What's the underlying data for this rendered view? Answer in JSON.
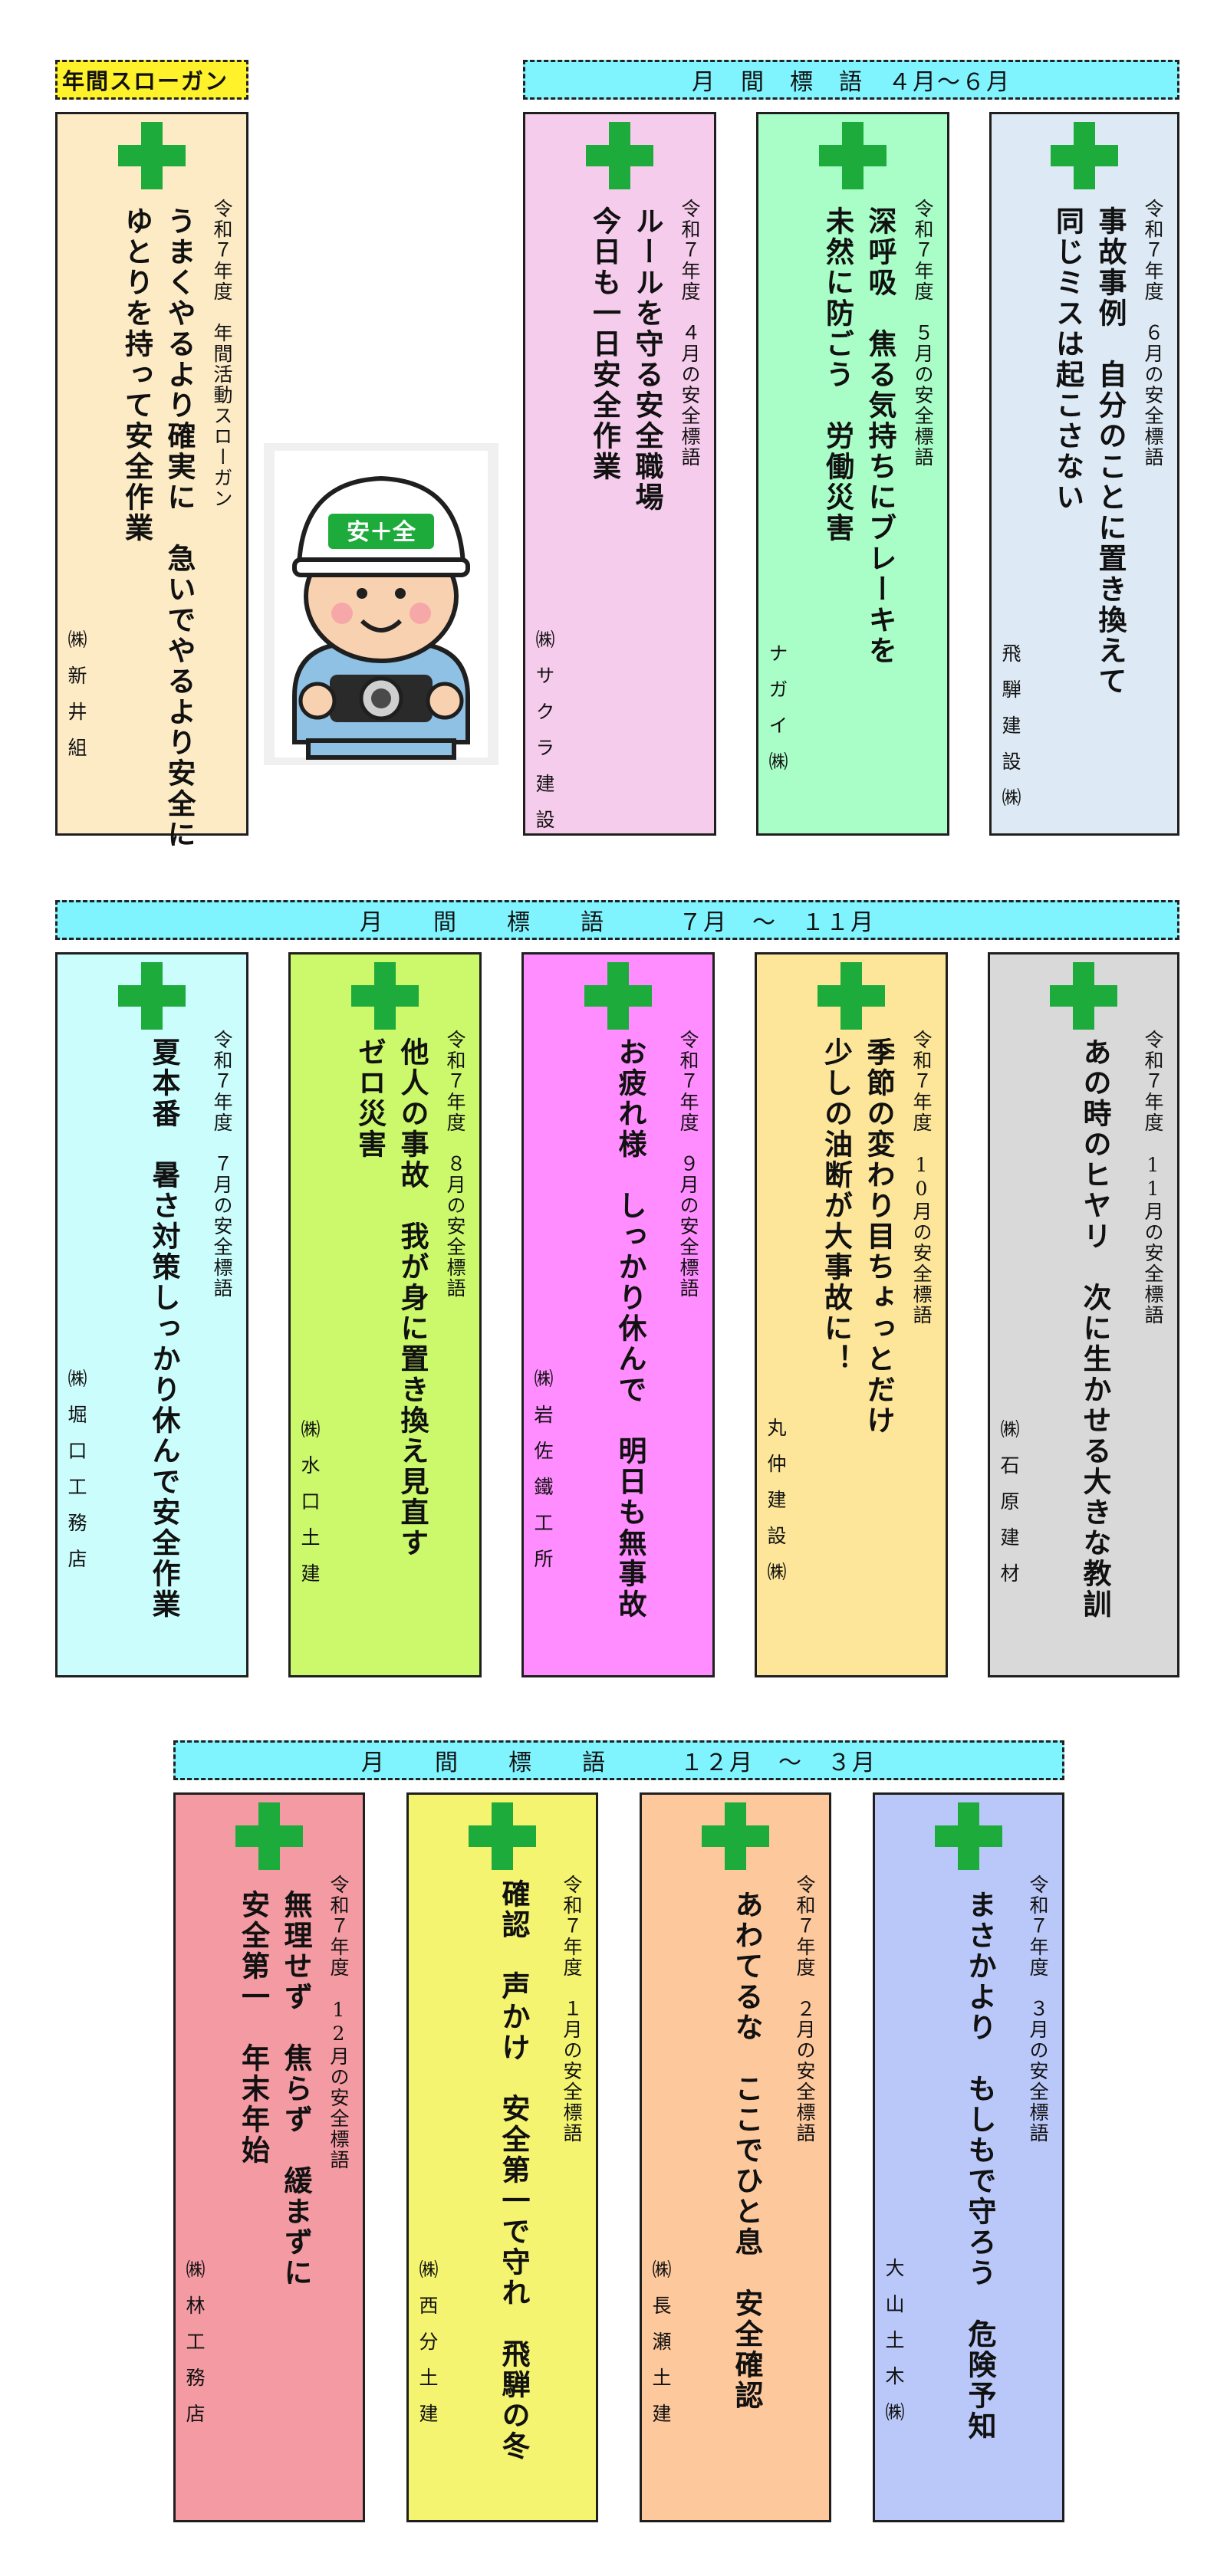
{
  "banners": {
    "annual": "年間スローガン",
    "apr_jun": "月　間　標　語　４月～６月",
    "jul_nov": "月　　間　　標　　語　　　７月　～　１１月",
    "dec_mar": "月　　間　　標　　語　　　１２月　～　３月"
  },
  "cards": {
    "annual": {
      "year": "令和７年度　年間活動スローガン",
      "slogan": "うまくやるより確実に　急いでやるより安全に\nゆとりを持って安全作業",
      "company": "㈱新井組"
    },
    "apr": {
      "year": "令和７年度　４月の安全標語",
      "slogan": "ルールを守る安全職場\n今日も一日安全作業",
      "company": "㈱サクラ建設"
    },
    "may": {
      "year": "令和７年度　５月の安全標語",
      "slogan": "深呼吸　焦る気持ちにブレーキを\n未然に防ごう　労働災害",
      "company": "ナガイ㈱"
    },
    "jun": {
      "year": "令和７年度　６月の安全標語",
      "slogan": "事故事例　自分のことに置き換えて\n同じミスは起こさない",
      "company": "飛騨建設㈱"
    },
    "jul": {
      "year": "令和７年度　７月の安全標語",
      "slogan": "夏本番　暑さ対策しっかり休んで安全作業",
      "company": "㈱堀口工務店"
    },
    "aug": {
      "year": "令和７年度　８月の安全標語",
      "slogan": "他人の事故　我が身に置き換え見直す\nゼロ災害",
      "company": "㈱水口土建"
    },
    "sep": {
      "year": "令和７年度　９月の安全標語",
      "slogan": "お疲れ様　しっかり休んで　明日も無事故",
      "company": "㈱岩佐鐵工所"
    },
    "oct": {
      "year": "令和７年度　10月の安全標語",
      "slogan": "季節の変わり目ちょっとだけ\n少しの油断が大事故に！",
      "company": "丸仲建設㈱"
    },
    "nov": {
      "year": "令和７年度　11月の安全標語",
      "slogan": "あの時のヒヤリ　次に生かせる大きな教訓",
      "company": "㈱石原建材"
    },
    "dec": {
      "year": "令和７年度　12月の安全標語",
      "slogan": "無理せず　焦らず　緩まずに\n安全第一　年末年始",
      "company": "㈱林工務店"
    },
    "jan": {
      "year": "令和７年度　１月の安全標語",
      "slogan": "確認　声かけ　安全第一で守れ　飛騨の冬",
      "company": "㈱西分土建"
    },
    "feb": {
      "year": "令和７年度　２月の安全標語",
      "slogan": "あわてるな　ここでひと息　安全確認",
      "company": "㈱長瀬土建"
    },
    "mar": {
      "year": "令和７年度　３月の安全標語",
      "slogan": "まさかより　もしもで守ろう　危険予知",
      "company": "大山土木㈱"
    }
  },
  "mascot": {
    "helmet_text": "安＋全"
  },
  "colors": {
    "banner_cyan": "#7ff4ff",
    "banner_yellow": "#fff22a",
    "cross_green": "#1dab3c",
    "annual": "#fdebc6",
    "apr": "#f6ccec",
    "may": "#a9fdc7",
    "jun": "#dde9f4",
    "jul": "#ccfdfd",
    "aug": "#cbf96b",
    "sep": "#ff8dff",
    "oct": "#fde699",
    "nov": "#d9d9d9",
    "dec": "#f39aa2",
    "jan": "#f4f470",
    "feb": "#fdc89c",
    "mar": "#bac8f9"
  }
}
